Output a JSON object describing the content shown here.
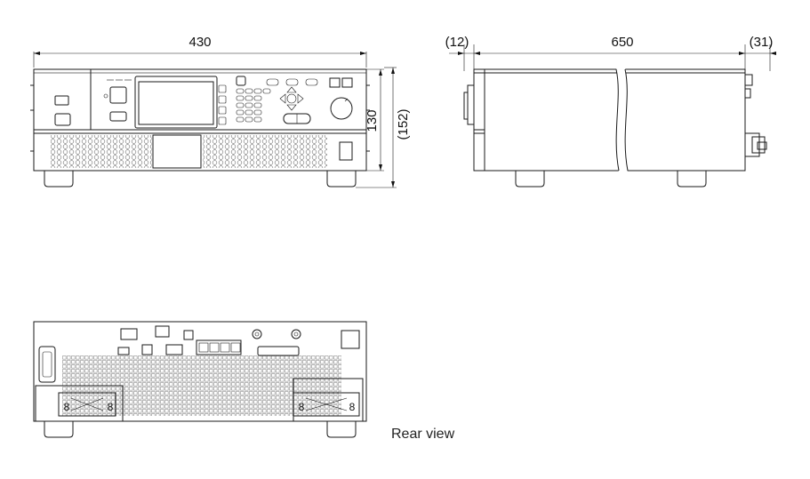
{
  "front_view": {
    "width_label": "430",
    "height_label": "130",
    "overall_height_label": "(152)"
  },
  "side_view": {
    "front_protrusion_label": "(12)",
    "depth_label": "650",
    "rear_protrusion_label": "(31)"
  },
  "rear_view": {
    "caption": "Rear view",
    "terminal_marks": [
      "8",
      "8",
      "8",
      "8"
    ]
  }
}
